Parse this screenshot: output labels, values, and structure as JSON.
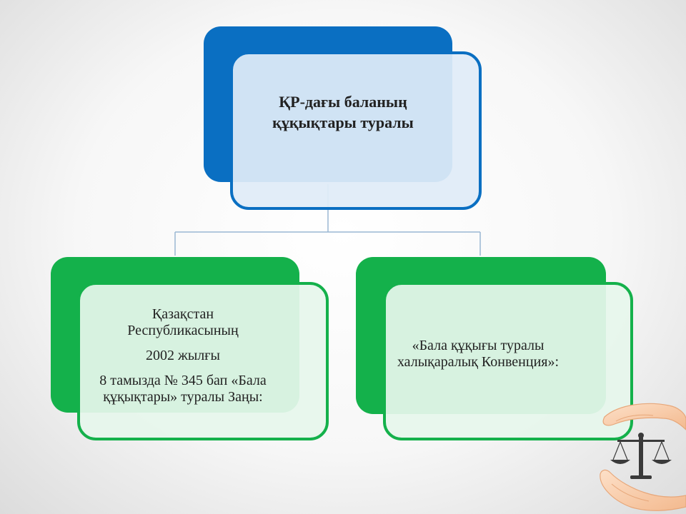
{
  "diagram": {
    "top_node": {
      "lines": [
        "ҚР-дағы баланың",
        "құқықтары туралы"
      ],
      "color": "#0a6fc2"
    },
    "left_node": {
      "lines": [
        "Қазақстан",
        "Республикасының",
        "2002 жылғы",
        "8 тамызда № 345 бап «Бала",
        "құқықтары» туралы Заңы:"
      ],
      "color": "#14b14b"
    },
    "right_node": {
      "lines": [
        "«Бала құқығы туралы",
        "халықаралық Конвенция»:"
      ],
      "color": "#14b14b"
    },
    "decoration": {
      "icon": "hands-scales-icon"
    }
  }
}
